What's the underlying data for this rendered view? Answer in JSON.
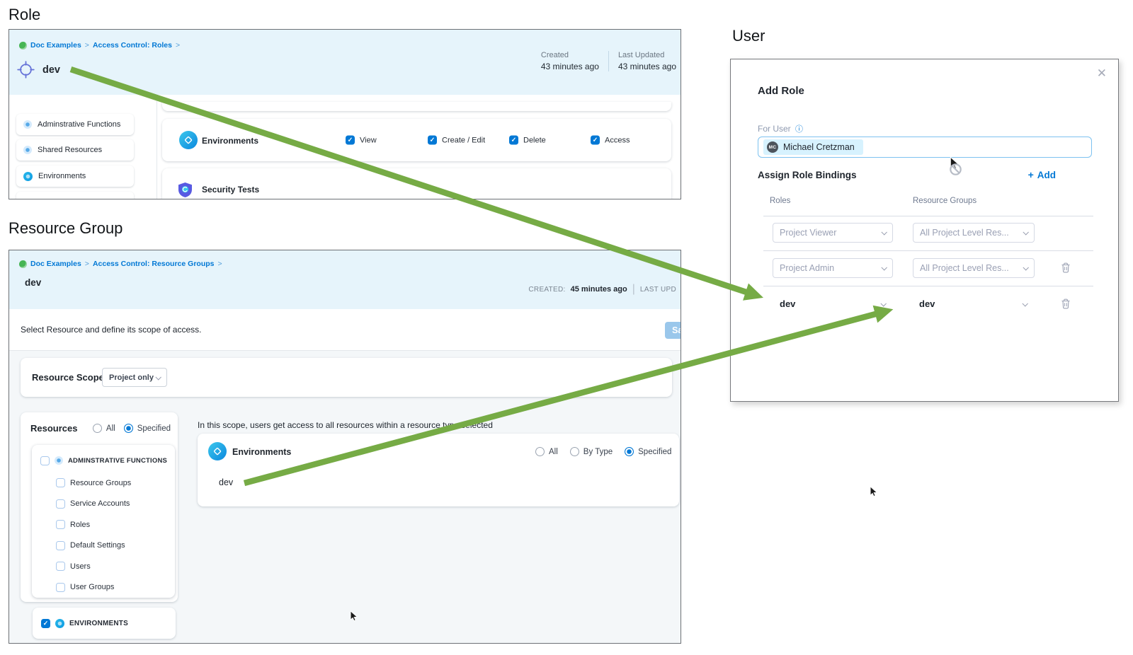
{
  "icons": {
    "check": "✓",
    "close": "✕",
    "plus": "+",
    "info": "ⓘ",
    "breadcrumb_sep": ">"
  },
  "colors": {
    "accent": "#0278d5",
    "arrow_green": "#76ab45",
    "header_bg": "#e6f4fb"
  },
  "headings": {
    "role": "Role",
    "resource_group": "Resource Group",
    "user": "User"
  },
  "role_panel": {
    "breadcrumb": {
      "project": "Doc Examples",
      "section": "Access Control: Roles"
    },
    "title": "dev",
    "meta": {
      "created_label": "Created",
      "created_value": "43 minutes ago",
      "updated_label": "Last Updated",
      "updated_value": "43 minutes ago"
    },
    "sidebar": {
      "items": [
        {
          "label": "Adminstrative Functions"
        },
        {
          "label": "Shared Resources"
        },
        {
          "label": "Environments"
        }
      ]
    },
    "resource_row": {
      "label": "Environments",
      "checks": [
        {
          "label": "View"
        },
        {
          "label": "Create / Edit"
        },
        {
          "label": "Delete"
        },
        {
          "label": "Access"
        }
      ]
    },
    "security_row": {
      "label": "Security Tests"
    }
  },
  "resource_group_panel": {
    "breadcrumb": {
      "project": "Doc Examples",
      "section": "Access Control: Resource Groups"
    },
    "title": "dev",
    "meta": {
      "created_label": "CREATED:",
      "created_value": "45 minutes ago",
      "divider": "|",
      "updated_label": "LAST UPD"
    },
    "subtitle": "Select Resource and define its scope of access.",
    "save_label": "Save",
    "resource_scope": {
      "label": "Resource Scope",
      "value": "Project only"
    },
    "resources": {
      "label": "Resources",
      "mode_options": [
        {
          "label": "All"
        },
        {
          "label": "Specified"
        }
      ],
      "selected_mode": "Specified",
      "admin_group": {
        "label": "ADMINSTRATIVE FUNCTIONS",
        "children": [
          {
            "label": "Resource Groups"
          },
          {
            "label": "Service Accounts"
          },
          {
            "label": "Roles"
          },
          {
            "label": "Default Settings"
          },
          {
            "label": "Users"
          },
          {
            "label": "User Groups"
          }
        ]
      },
      "env_group": {
        "label": "ENVIRONMENTS"
      }
    },
    "scope_hint": "In this scope, users get access to all resources within a resource type selected",
    "env_card": {
      "label": "Environments",
      "options": [
        {
          "label": "All"
        },
        {
          "label": "By Type"
        },
        {
          "label": "Specified"
        }
      ],
      "selected_option": "Specified",
      "value": "dev"
    }
  },
  "modal": {
    "title": "Add Role",
    "for_user_label": "For User",
    "user": {
      "name": "Michael Cretzman",
      "initials": "MC"
    },
    "assign_label": "Assign Role Bindings",
    "add_label": "Add",
    "columns": {
      "roles": "Roles",
      "resource_groups": "Resource Groups"
    },
    "rows": [
      {
        "role": "Project Viewer",
        "resource_group": "All Project Level Res..."
      },
      {
        "role": "Project Admin",
        "resource_group": "All Project Level Res..."
      },
      {
        "role": "dev",
        "resource_group": "dev"
      }
    ]
  }
}
